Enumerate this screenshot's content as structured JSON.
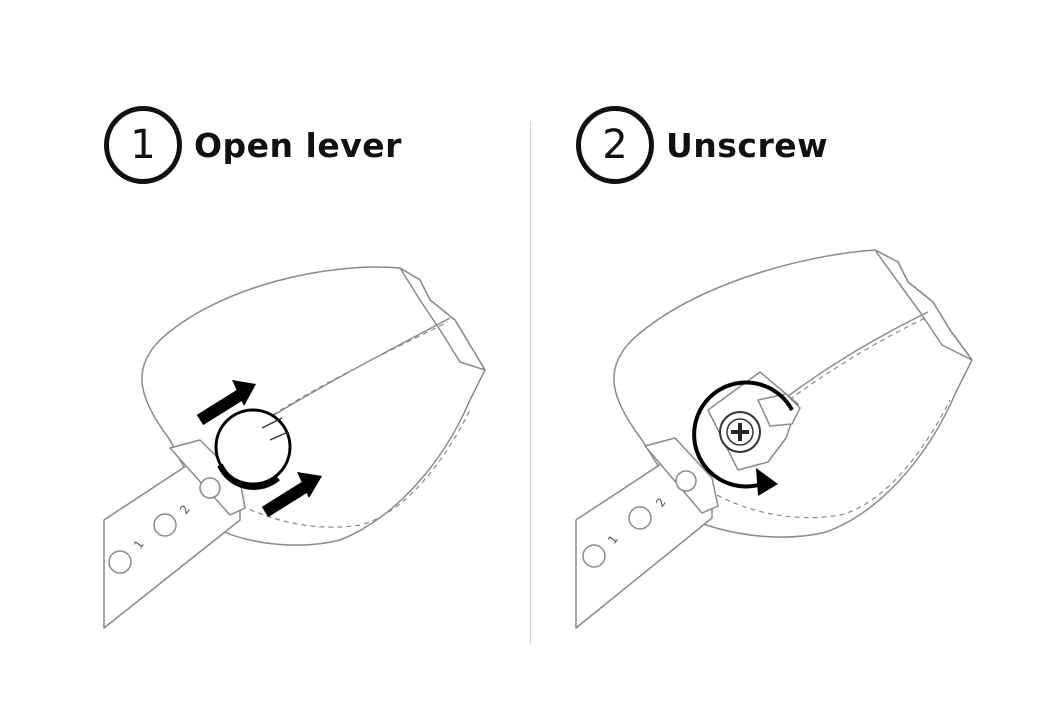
{
  "steps": [
    {
      "number": "1",
      "title": "Open lever"
    },
    {
      "number": "2",
      "title": "Unscrew"
    }
  ],
  "strap": {
    "hole_numbers": [
      "1",
      "2"
    ]
  },
  "icons": [
    "arrow-up-right-icon",
    "rotate-clockwise-icon",
    "phillips-screw-icon"
  ]
}
